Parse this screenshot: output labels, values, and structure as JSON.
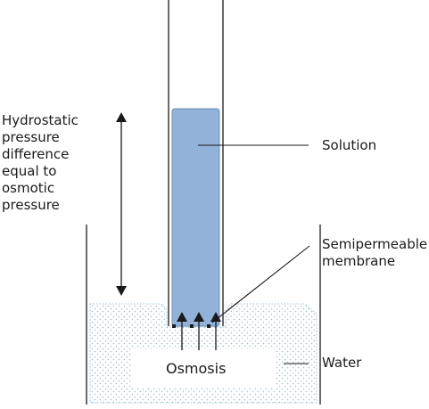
{
  "labels": {
    "pressure_lines": [
      "Hydrostatic",
      "pressure",
      "difference",
      "equal to",
      "osmotic",
      "pressure"
    ],
    "solution": "Solution",
    "membrane_lines": [
      "Semipermeable",
      "membrane"
    ],
    "water": "Water",
    "osmosis": "Osmosis"
  },
  "colors": {
    "solution_fill": "#93b2d9",
    "water_dots": "#9bbfd6",
    "line": "#1a1a1a"
  },
  "icons": {
    "double_arrow": "vertical-double-headed-arrow",
    "flow_arrows": "upward-arrows"
  }
}
